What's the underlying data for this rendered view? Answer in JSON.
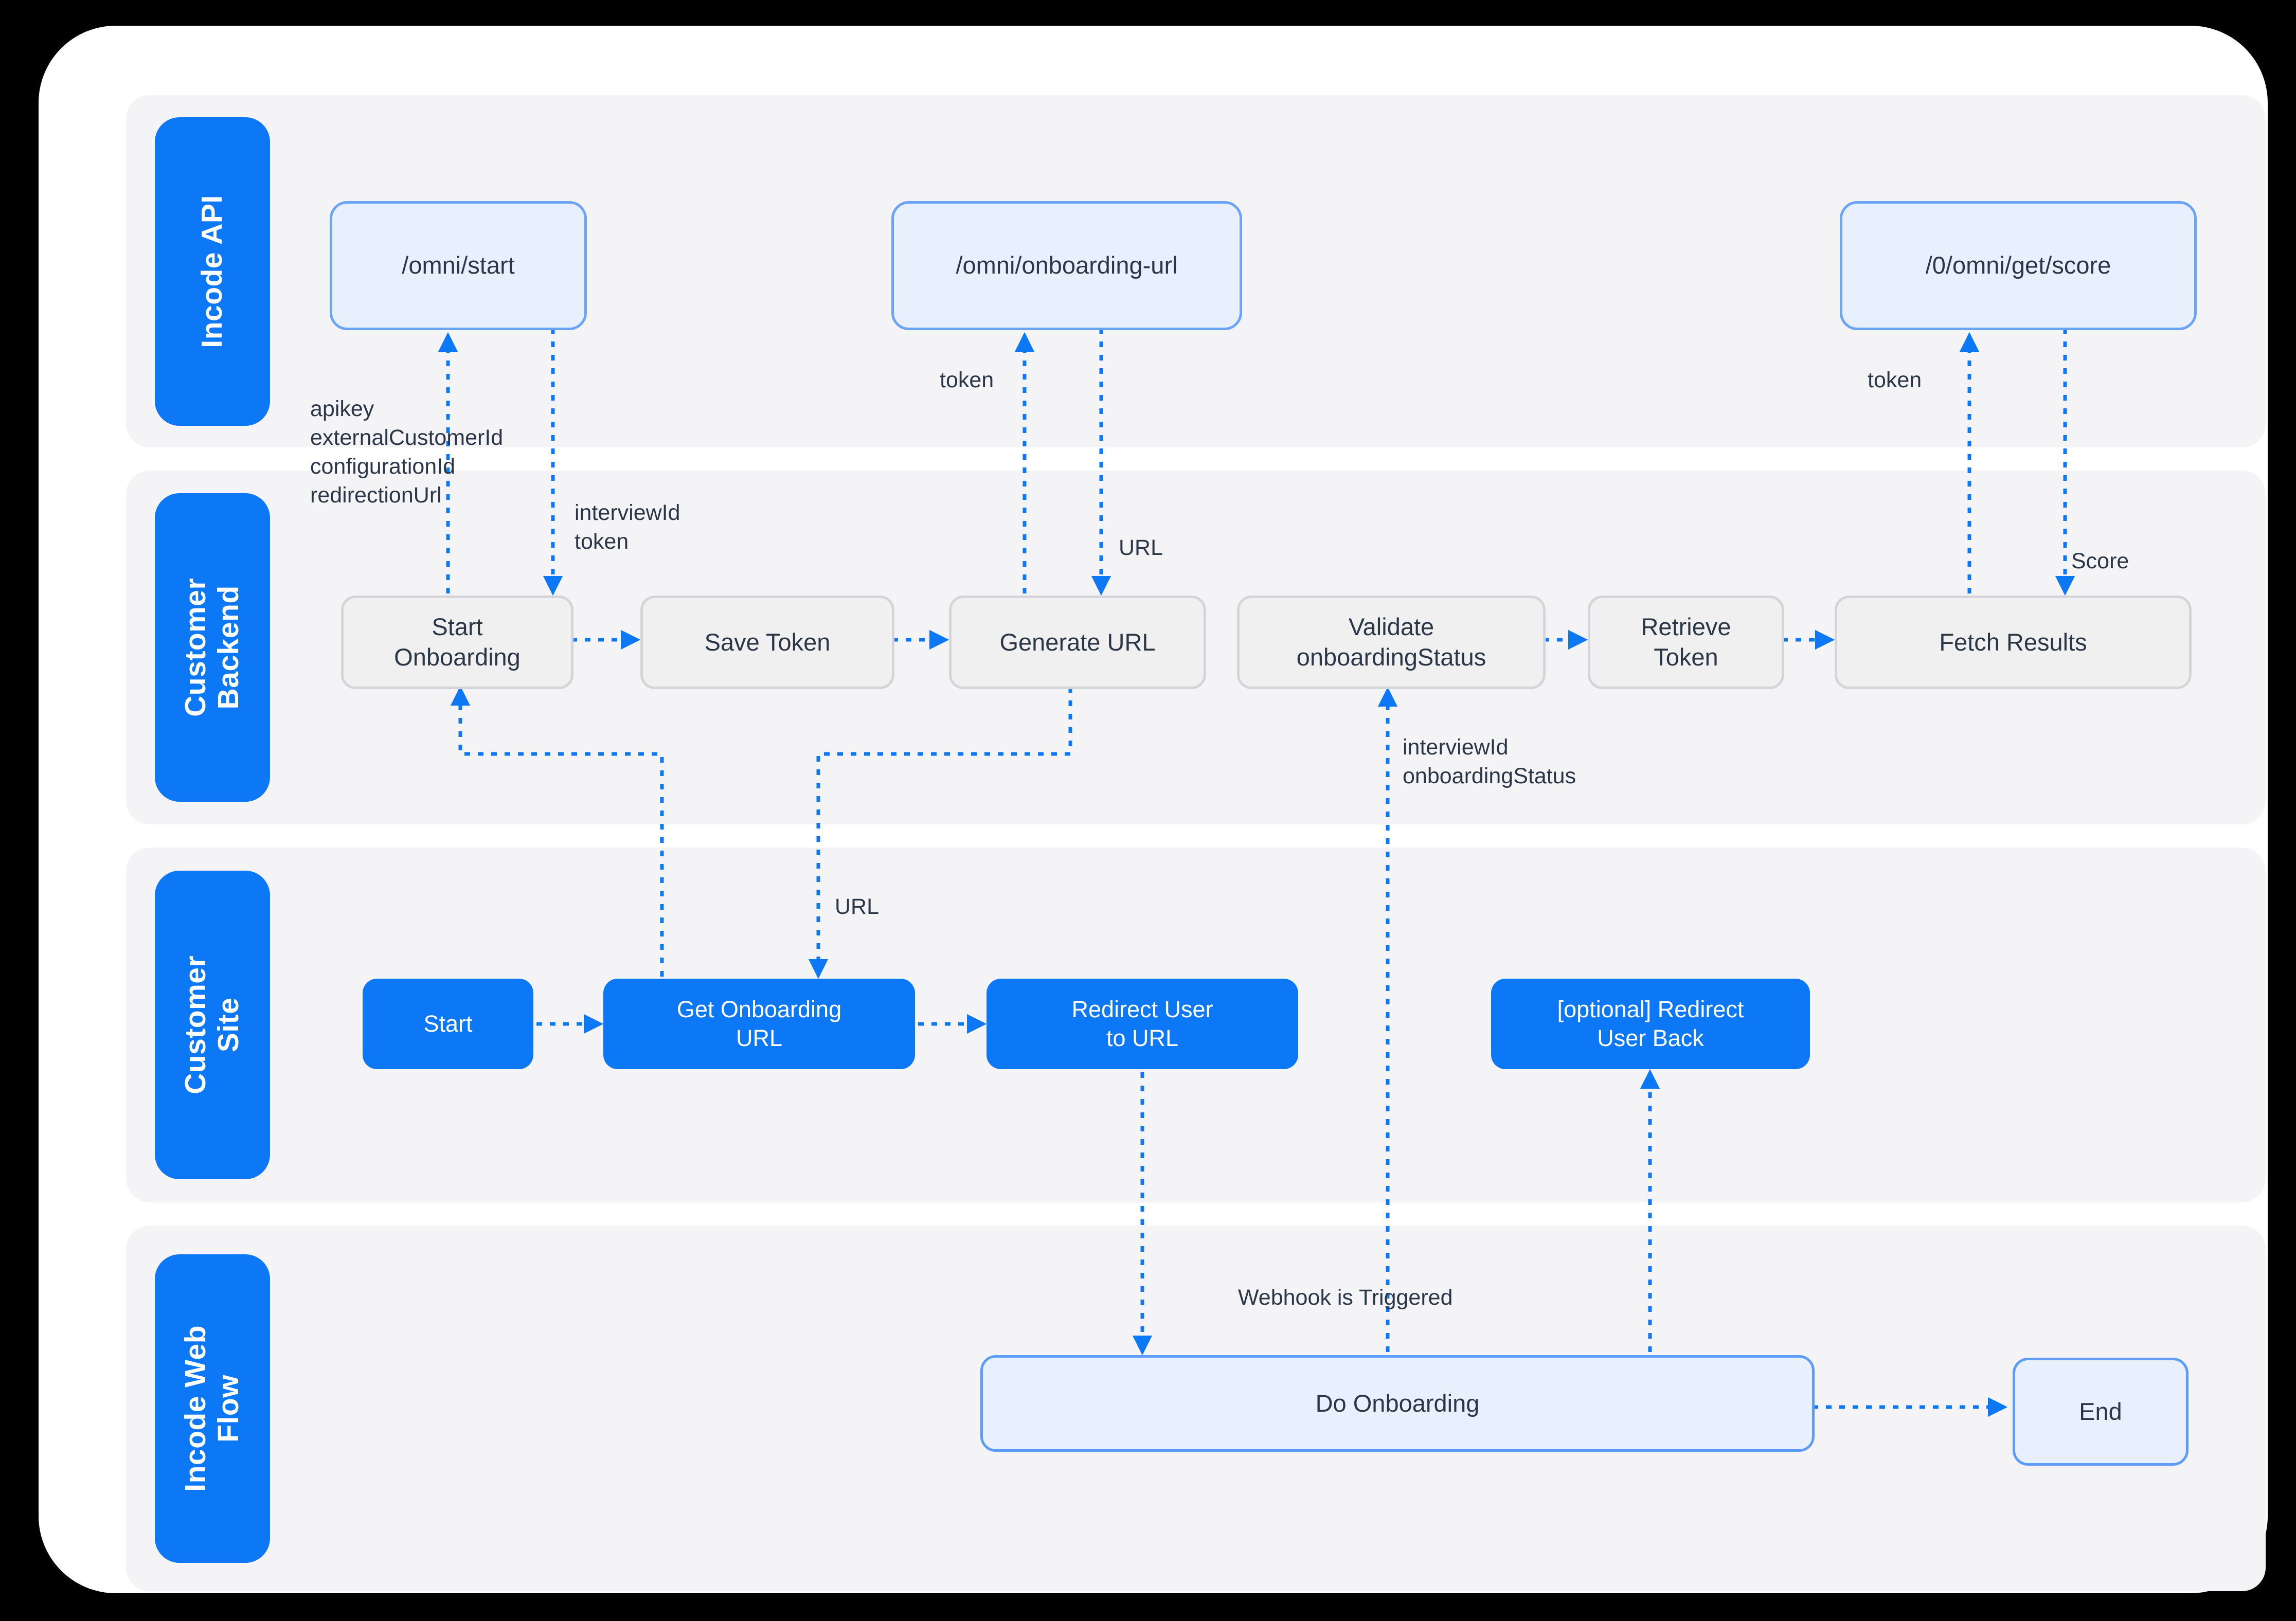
{
  "title": "Incode onboarding integration flow",
  "colors": {
    "accent": "#0d78f5",
    "lane_background": "#f4f4f6",
    "page_background": "#ffffff",
    "text": "#2b3647",
    "endpoint_fill": "#e8f0fd",
    "endpoint_border": "#6ba3f8",
    "step_fill": "#f0f0f1",
    "step_border": "#d3d5d8"
  },
  "lanes": [
    {
      "label": "Incode API"
    },
    {
      "label": "Customer\nBackend"
    },
    {
      "label": "Customer\nSite"
    },
    {
      "label": "Incode Web\nFlow"
    }
  ],
  "nodes": {
    "omni_start": "/omni/start",
    "omni_onboarding_url": "/omni/onboarding-url",
    "omni_get_score": "/0/omni/get/score",
    "start_onboarding": "Start\nOnboarding",
    "save_token": "Save Token",
    "generate_url": "Generate URL",
    "validate_status": "Validate\nonboardingStatus",
    "retrieve_token": "Retrieve\nToken",
    "fetch_results": "Fetch Results",
    "start": "Start",
    "get_onboarding_url": "Get Onboarding\nURL",
    "redirect_user": "Redirect User\nto URL",
    "redirect_back": "[optional] Redirect\nUser Back",
    "do_onboarding": "Do Onboarding",
    "end": "End"
  },
  "edge_labels": {
    "start_params": "apikey\nexternalCustomerId\nconfigurationId\nredirectionUrl",
    "interview_token": "interviewId\ntoken",
    "token_left": "token",
    "url_down": "URL",
    "token_right": "token",
    "score": "Score",
    "url_mid": "URL",
    "interview_status": "interviewId\nonboardingStatus",
    "webhook": "Webhook is Triggered"
  }
}
